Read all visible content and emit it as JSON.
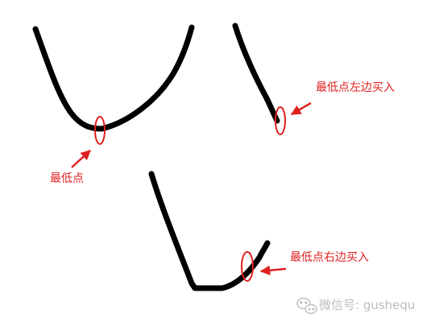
{
  "labels": {
    "lowest_point": "最低点",
    "buy_left_of_lowest": "最低点左边买入",
    "buy_right_of_lowest": "最低点右边买入"
  },
  "watermark": {
    "text": "微信号: gushequ",
    "icon": "wechat-logo-icon"
  },
  "colors": {
    "curve": "#000000",
    "marker": "#e02020",
    "watermark": "#bdbdbd"
  }
}
